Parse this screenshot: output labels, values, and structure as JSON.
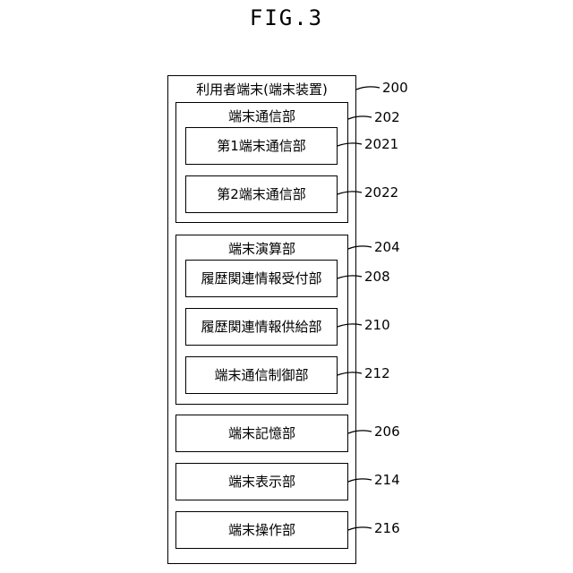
{
  "figure": {
    "title": "FIG.3"
  },
  "terminal": {
    "label": "利用者端末(端末装置)",
    "ref": "200",
    "communication": {
      "label": "端末通信部",
      "ref": "202",
      "first": {
        "label": "第1端末通信部",
        "ref": "2021"
      },
      "second": {
        "label": "第2端末通信部",
        "ref": "2022"
      }
    },
    "computation": {
      "label": "端末演算部",
      "ref": "204",
      "history_receiver": {
        "label": "履歴関連情報受付部",
        "ref": "208"
      },
      "history_supplier": {
        "label": "履歴関連情報供給部",
        "ref": "210"
      },
      "comm_controller": {
        "label": "端末通信制御部",
        "ref": "212"
      }
    },
    "storage": {
      "label": "端末記憶部",
      "ref": "206"
    },
    "display": {
      "label": "端末表示部",
      "ref": "214"
    },
    "operation": {
      "label": "端末操作部",
      "ref": "216"
    }
  }
}
